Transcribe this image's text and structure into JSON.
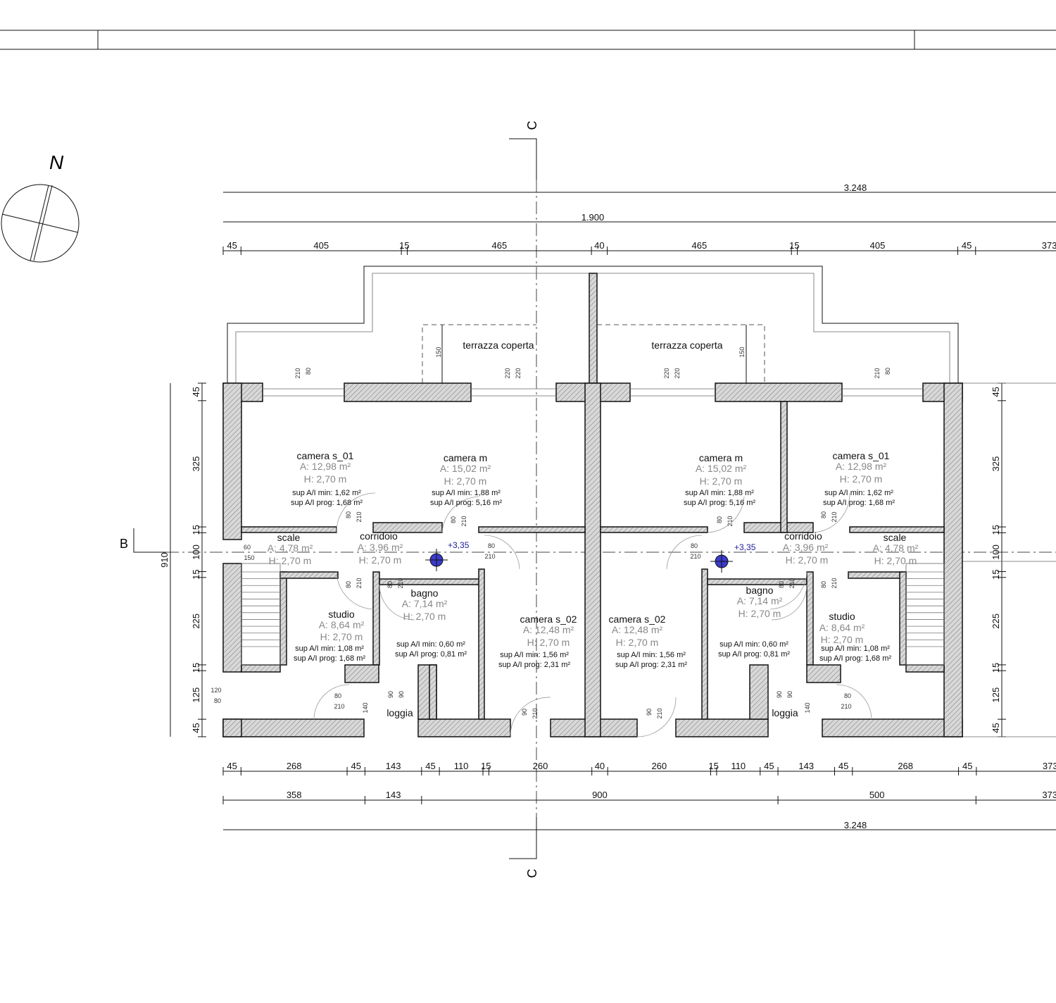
{
  "drawing": {
    "north_label": "N",
    "section_c": "C",
    "section_b": "B",
    "top_dims": {
      "overall": "3.248",
      "sub": "1.900",
      "segments": [
        "45",
        "405",
        "15",
        "465",
        "40",
        "465",
        "15",
        "405",
        "45",
        "373"
      ]
    },
    "bottom_dims": {
      "row1": [
        "45",
        "268",
        "45",
        "143",
        "45",
        "110",
        "15",
        "260",
        "40",
        "260",
        "15",
        "110",
        "45",
        "143",
        "45",
        "268",
        "45",
        "373"
      ],
      "row2": [
        "358",
        "143",
        "900",
        "500",
        "373"
      ],
      "overall": "3.248"
    },
    "left_dims": [
      "45",
      "325",
      "15",
      "100",
      "15",
      "225",
      "15",
      "125",
      "45"
    ],
    "left_total": "910",
    "right_dims": [
      "45",
      "325",
      "15",
      "100",
      "15",
      "225",
      "15",
      "125",
      "45"
    ],
    "terrace": {
      "label": "terrazza coperta",
      "depth": "150"
    },
    "level": "+3,35",
    "rooms": {
      "camera_s01": {
        "name": "camera s_01",
        "area": "A: 12,98 m²",
        "height": "H: 2,70 m",
        "min": "sup A/I min: 1,62 m²",
        "prog": "sup A/I prog: 1,68 m²"
      },
      "camera_m": {
        "name": "camera m",
        "area": "A: 15,02 m²",
        "height": "H: 2,70 m",
        "min": "sup A/I min: 1,88 m²",
        "prog": "sup A/I prog: 5,16 m²"
      },
      "scale": {
        "name": "scale",
        "area": "A: 4,78 m²",
        "height": "H: 2,70 m"
      },
      "corridoio": {
        "name": "corridoio",
        "area": "A: 3,96 m²",
        "height": "H: 2,70 m"
      },
      "studio": {
        "name": "studio",
        "area": "A: 8,64 m²",
        "height": "H: 2,70 m",
        "min": "sup A/I min: 1,08 m²",
        "prog": "sup A/I prog: 1,68 m²"
      },
      "bagno": {
        "name": "bagno",
        "area": "A: 7,14 m²",
        "height": "H: 2,70 m",
        "min": "sup A/I min: 0,60 m²",
        "prog": "sup A/I prog: 0,81 m²"
      },
      "camera_s02": {
        "name": "camera s_02",
        "area": "A: 12,48 m²",
        "height": "H: 2,70 m",
        "min": "sup A/I min: 1,56 m²",
        "prog": "sup A/I prog: 2,31 m²"
      },
      "loggia": {
        "name": "loggia"
      }
    },
    "openings": {
      "w210": "210",
      "w80": "80",
      "w220": "220",
      "w90": "90",
      "w120": "120",
      "w60": "60",
      "w150": "150",
      "w140": "140"
    }
  }
}
